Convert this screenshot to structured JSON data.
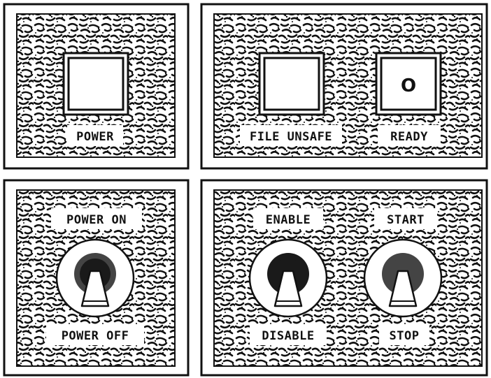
{
  "panels": {
    "power_lamp": {
      "label": "POWER",
      "indicator": ""
    },
    "status_lamps": {
      "file_unsafe": {
        "label": "FILE UNSAFE",
        "indicator": ""
      },
      "ready": {
        "label": "READY",
        "indicator": "O"
      }
    },
    "power_switch": {
      "top_label": "POWER ON",
      "bottom_label": "POWER OFF"
    },
    "control_switches": {
      "enable": {
        "top_label": "ENABLE",
        "bottom_label": "DISABLE"
      },
      "start": {
        "top_label": "START",
        "bottom_label": "STOP"
      }
    }
  },
  "colors": {
    "ink": "#111111",
    "paper": "#ffffff",
    "bushing_dark": "#1a1a1a",
    "bushing_grey": "#444444"
  }
}
